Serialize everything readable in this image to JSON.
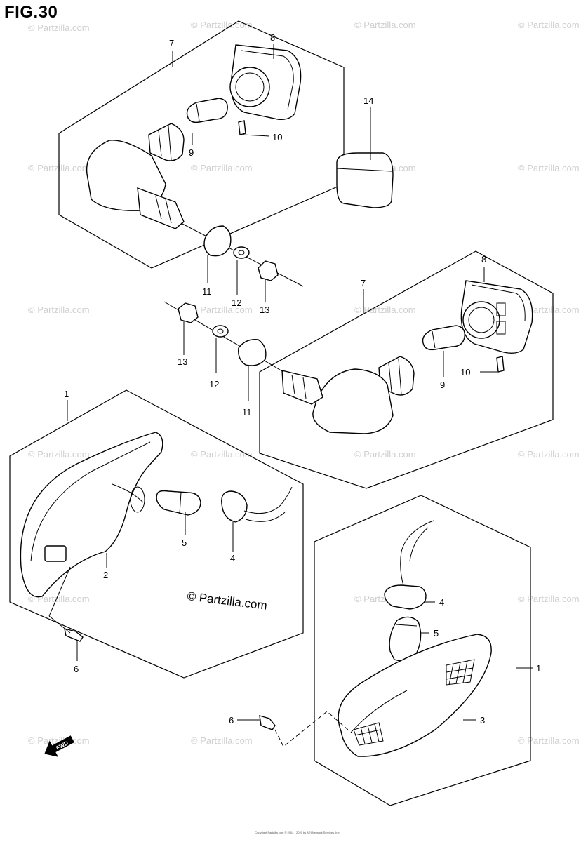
{
  "figure": {
    "title": "FIG.30"
  },
  "copyright_main": "© Partzilla.com",
  "footer": "Copyright\nPartzilla.com © 2004 - 2020 by ARI Network Services, Inc.",
  "fwd_label": "FWD",
  "watermark": "© Partzilla.com",
  "callouts": {
    "a7": "7",
    "a8": "8",
    "a9": "9",
    "a10": "10",
    "a11": "11",
    "a12": "12",
    "a13": "13",
    "a14": "14",
    "b7": "7",
    "b8": "8",
    "b9": "9",
    "b10": "10",
    "b11": "11",
    "b12": "12",
    "b13": "13",
    "c1": "1",
    "c2": "2",
    "c4": "4",
    "c5": "5",
    "c6": "6",
    "d1": "1",
    "d3": "3",
    "d4": "4",
    "d5": "5",
    "d6": "6"
  }
}
